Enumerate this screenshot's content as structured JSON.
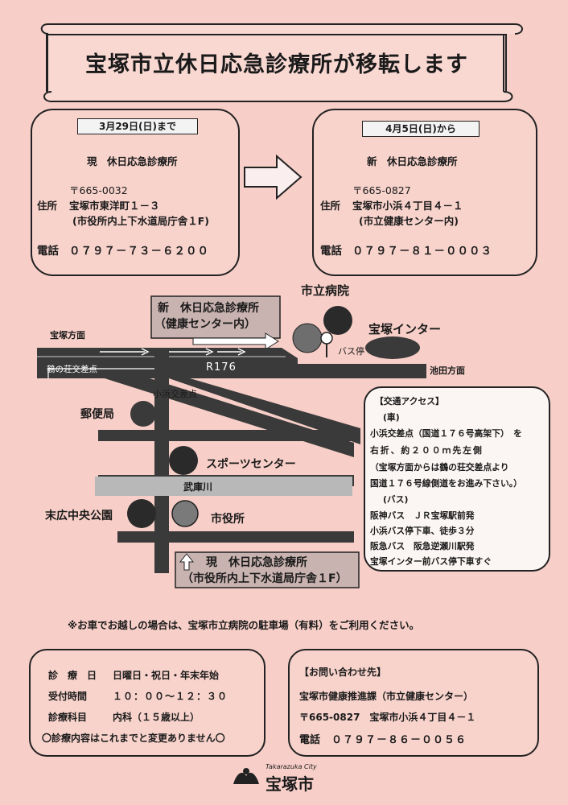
{
  "title": "宝塚市立休日応急診療所が移転します",
  "old": {
    "date": "3月29日(日)まで",
    "heading": "現　休日応急診療所",
    "postal": "〒665-0032",
    "address_label": "住所",
    "address": "宝塚市東洋町１－３",
    "address_note": "(市役所内上下水道局庁舎１F)",
    "phone_label": "電話",
    "phone": "０７９７－７３－６２００"
  },
  "new": {
    "date": "4月5日(日)から",
    "heading": "新　休日応急診療所",
    "postal": "〒665-0827",
    "address_label": "住所",
    "address": "宝塚市小浜４丁目４－１",
    "address_note": "(市立健康センター内)",
    "phone_label": "電話",
    "phone": "０７９７－８１－０００３"
  },
  "map": {
    "new_box_line1": "新　休日応急診療所",
    "new_box_line2": "（健康センター内）",
    "hospital": "市立病院",
    "interchange": "宝塚インター",
    "bus_stop": "バス停",
    "takarazuka_dir": "宝塚方面",
    "ikeda_dir": "池田方面",
    "tsurunoso": "鶴の荘交差点",
    "route": "R176",
    "obama": "小浜交差点",
    "post_office": "郵便局",
    "sports_center": "スポーツセンター",
    "river": "武庫川",
    "park": "末広中央公園",
    "city_hall": "市役所",
    "old_box_line1": "現　休日応急診療所",
    "old_box_line2": "（市役所内上下水道局庁舎１F）"
  },
  "access": {
    "title": "【交通アクセス】",
    "car_label": "(車)",
    "lines": [
      "小浜交差点（国道１７６号高架下）　を",
      "右折、約２００ｍ先左側",
      "（宝塚方面からは鶴の荘交差点より",
      "国道１７６号線側道をお進み下さい。）",
      "(バス)",
      "阪神バス　ＪＲ宝塚駅前発",
      "小浜バス停下車、徒歩３分",
      "阪急バス　阪急逆瀬川駅発",
      "宝塚インター前バス停下車すぐ"
    ]
  },
  "parking_note": "※お車でお越しの場合は、宝塚市立病院の駐車場（有料）をご利用ください。",
  "hours": {
    "days_label": "診　療　日",
    "days": "日曜日・祝日・年末年始",
    "time_label": "受付時間",
    "time": "１０：００～１２：３０",
    "dept_label": "診療科目",
    "dept": "内科（１５歳以上）",
    "note": "〇診療内容はこれまでと変更ありません〇"
  },
  "contact": {
    "title": "【お問い合わせ先】",
    "org": "宝塚市健康推進課（市立健康センター）",
    "address": "〒665-0827　宝塚市小浜４丁目４－１",
    "phone_label": "電話",
    "phone": "０７９７－８６－００５６"
  },
  "logo": {
    "en": "Takarazuka City",
    "jp": "宝塚市"
  }
}
